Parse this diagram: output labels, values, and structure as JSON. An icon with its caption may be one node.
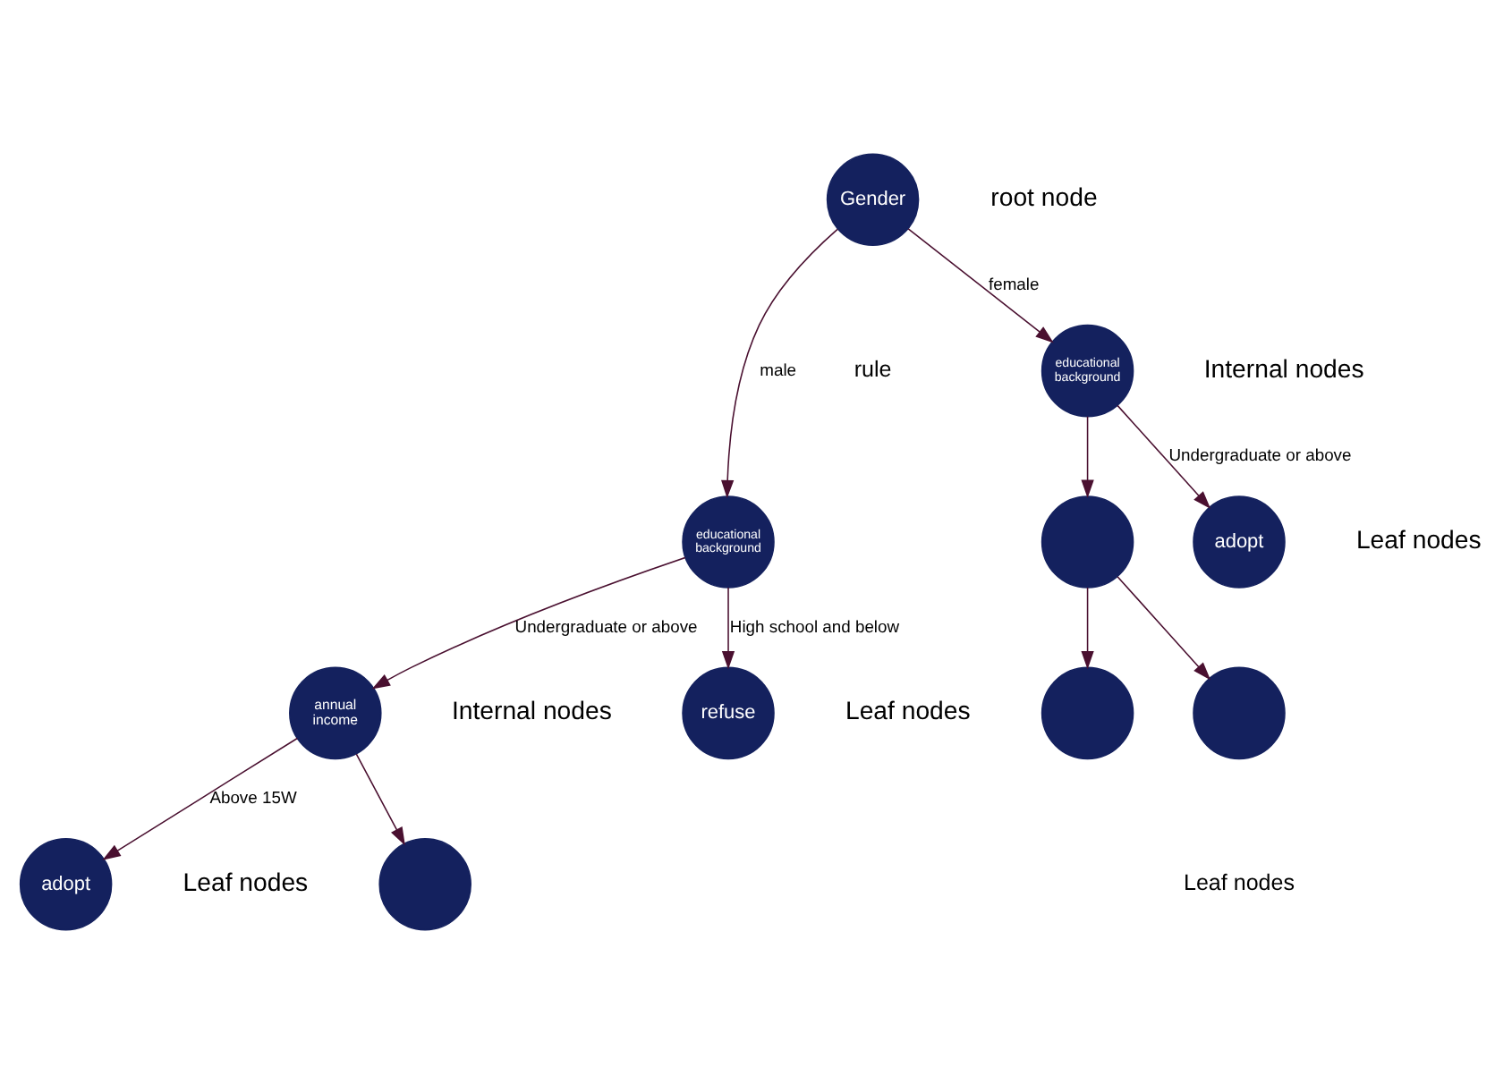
{
  "diagram": {
    "nodes": [
      {
        "text": [
          "Gender"
        ],
        "beside": [
          "root node"
        ]
      },
      {
        "text": [
          "educational background"
        ]
      },
      {
        "text": [
          "educational background"
        ],
        "beside": [
          "Internal nodes"
        ]
      },
      {
        "text": [
          "annual income"
        ],
        "beside": [
          "Internal nodes"
        ]
      },
      {
        "text": [
          "refuse"
        ],
        "beside": [
          "Leaf nodes"
        ]
      },
      {
        "text": [],
        "shape": "circle"
      },
      {
        "text": [
          "adopt"
        ],
        "beside": [
          "Leaf nodes"
        ]
      },
      {
        "text": [
          "adopt"
        ],
        "beside": [
          "Leaf nodes"
        ]
      },
      {
        "text": [],
        "shape": "circle"
      },
      {
        "text": [],
        "shape": "circle"
      },
      {
        "text": [],
        "shape": "circle"
      }
    ],
    "edges": [
      {
        "from": 0,
        "to": 1,
        "arrow": "to",
        "label": "male"
      },
      {
        "from": 0,
        "to": 2,
        "arrow": "to",
        "label": "female"
      },
      {
        "from": 1,
        "to": 3,
        "arrow": "to",
        "label": "Undergraduate or above"
      },
      {
        "from": 1,
        "to": 4,
        "arrow": "to",
        "label": "High school and below"
      },
      {
        "from": 2,
        "to": 5,
        "arrow": "to"
      },
      {
        "from": 2,
        "to": 6,
        "arrow": "to",
        "label": "Undergraduate or above"
      },
      {
        "from": 3,
        "to": 7,
        "arrow": "to",
        "label": "Above 15W"
      },
      {
        "from": 3,
        "to": 8,
        "arrow": "to"
      },
      {
        "from": 5,
        "to": 9,
        "arrow": "to"
      },
      {
        "from": 5,
        "to": 10,
        "arrow": "to"
      }
    ],
    "labels": [
      "rule",
      "Leaf nodes"
    ]
  }
}
